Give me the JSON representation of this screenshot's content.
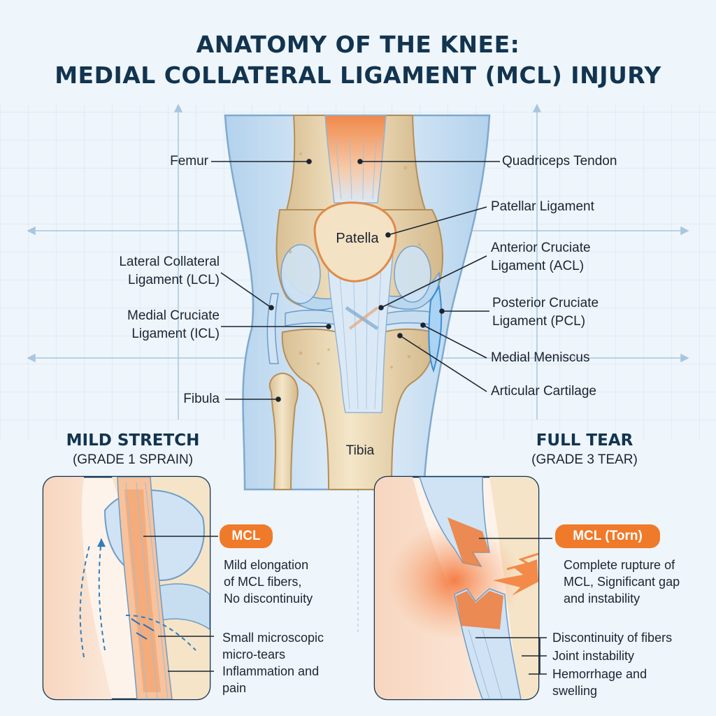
{
  "title": {
    "line1": "ANATOMY OF THE KNEE:",
    "line2": "MEDIAL COLLATERAL LIGAMENT (MCL) INJURY"
  },
  "labels": {
    "femur": "Femur",
    "quad_tendon": "Quadriceps Tendon",
    "patellar_lig": "Patellar Ligament",
    "patella": "Patella",
    "acl_1": "Anterior Cruciate",
    "acl_2": "Ligament (ACL)",
    "lcl_1": "Lateral Collateral",
    "lcl_2": "Ligament (LCL)",
    "pcl_1": "Posterior Cruciate",
    "pcl_2": "Ligament (PCL)",
    "icl_1": "Medial Cruciate",
    "icl_2": "Ligament (ICL)",
    "medial_meniscus": "Medial Meniscus",
    "articular_cartilage": "Articular Cartilage",
    "fibula": "Fibula",
    "tibia": "Tibia"
  },
  "left_panel": {
    "heading": "MILD STRETCH",
    "subheading": "(GRADE 1 SPRAIN)",
    "badge": "MCL",
    "desc_1": "Mild elongation",
    "desc_2": "of MCL fibers,",
    "desc_3": "No discontinuity",
    "note_a1": "Small microscopic",
    "note_a2": "micro-tears",
    "note_b1": "Inflammation and",
    "note_b2": "pain"
  },
  "right_panel": {
    "heading": "FULL TEAR",
    "subheading": "(GRADE 3 TEAR)",
    "badge": "MCL (Torn)",
    "desc_1": "Complete rupture of",
    "desc_2": "MCL, Significant gap",
    "desc_3": "and instability",
    "note_a": "Discontinuity of fibers",
    "note_b": "Joint instability",
    "note_c1": "Hemorrhage and",
    "note_c2": "swelling"
  },
  "colors": {
    "title": "#12344f",
    "bone": "#ecd9b4",
    "cartilage": "#b9d7ef",
    "ligament": "#d6e7f5",
    "accent": "#ef7a2a"
  }
}
